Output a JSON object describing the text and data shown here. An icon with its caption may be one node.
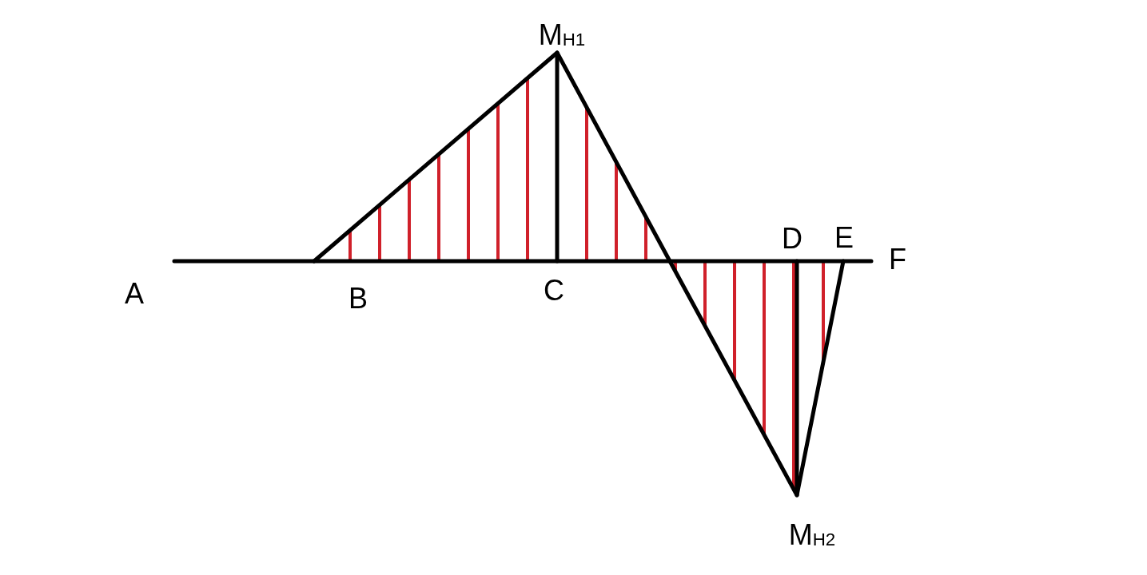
{
  "diagram": {
    "labels": [
      "M$_{H1}$",
      "D",
      "E",
      "F",
      "A",
      "C",
      "B",
      "M$_{H2}$"
    ]
  }
}
